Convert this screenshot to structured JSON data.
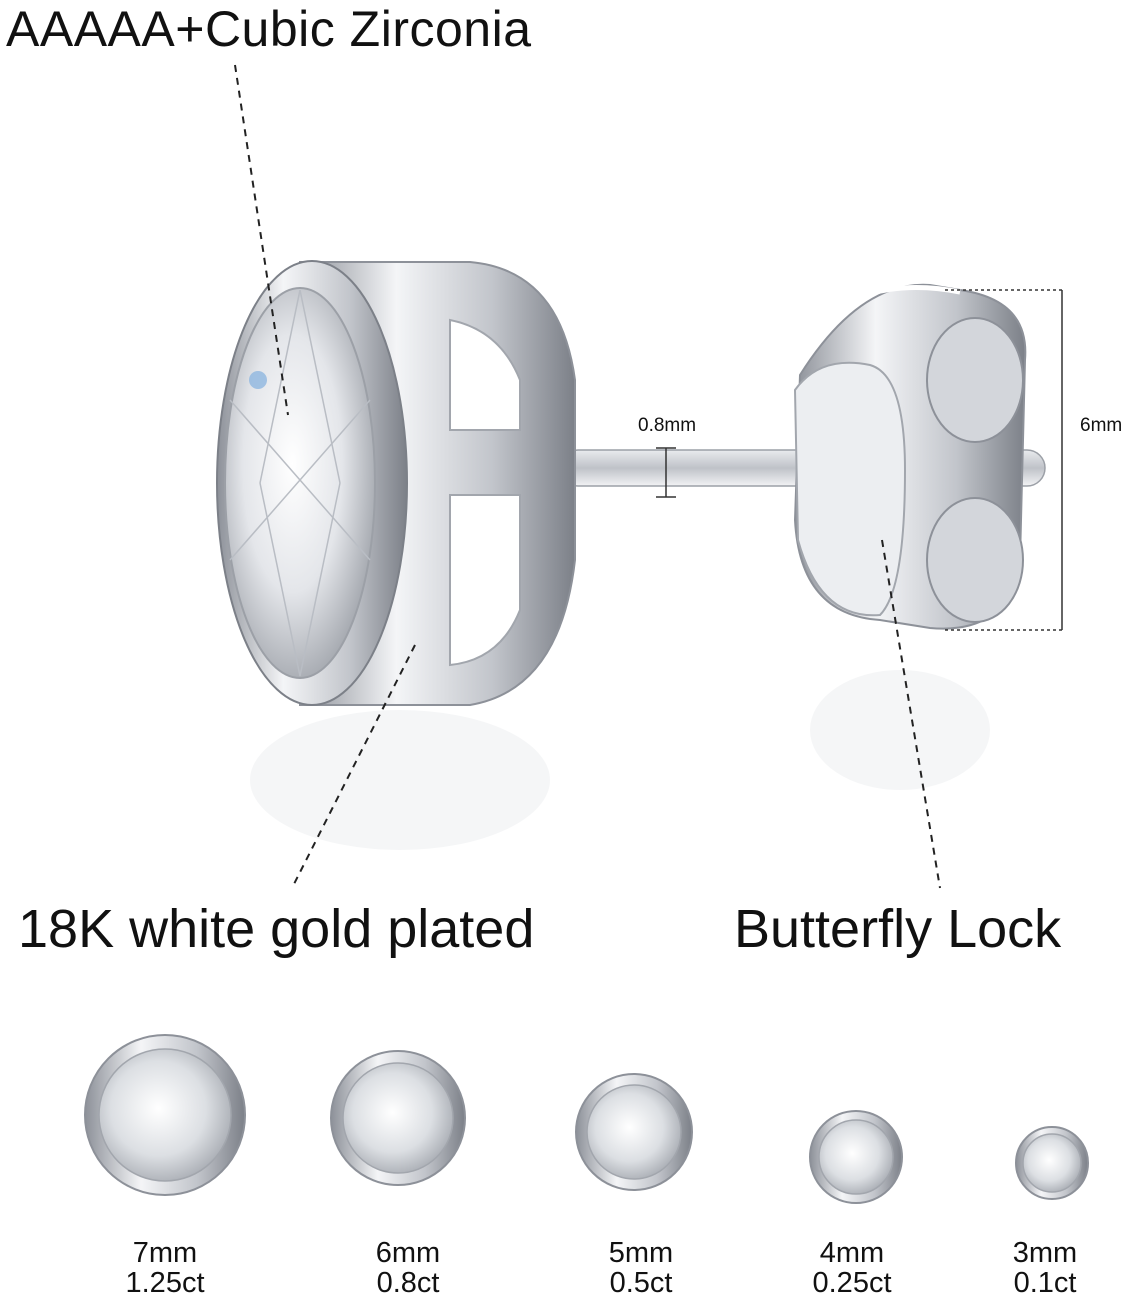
{
  "labels": {
    "stone": "AAAAA+Cubic Zirconia",
    "plating": "18K white gold plated",
    "back": "Butterfly Lock",
    "post_thickness": "0.8mm",
    "back_height": "6mm"
  },
  "sizes": [
    {
      "mm": "7mm",
      "ct": "1.25ct"
    },
    {
      "mm": "6mm",
      "ct": "0.8ct"
    },
    {
      "mm": "5mm",
      "ct": "0.5ct"
    },
    {
      "mm": "4mm",
      "ct": "0.25ct"
    },
    {
      "mm": "3mm",
      "ct": "0.1ct"
    }
  ],
  "colors": {
    "text": "#111111",
    "metal": "#c9ccd2",
    "metal_dark": "#8d9199",
    "background": "#ffffff"
  }
}
